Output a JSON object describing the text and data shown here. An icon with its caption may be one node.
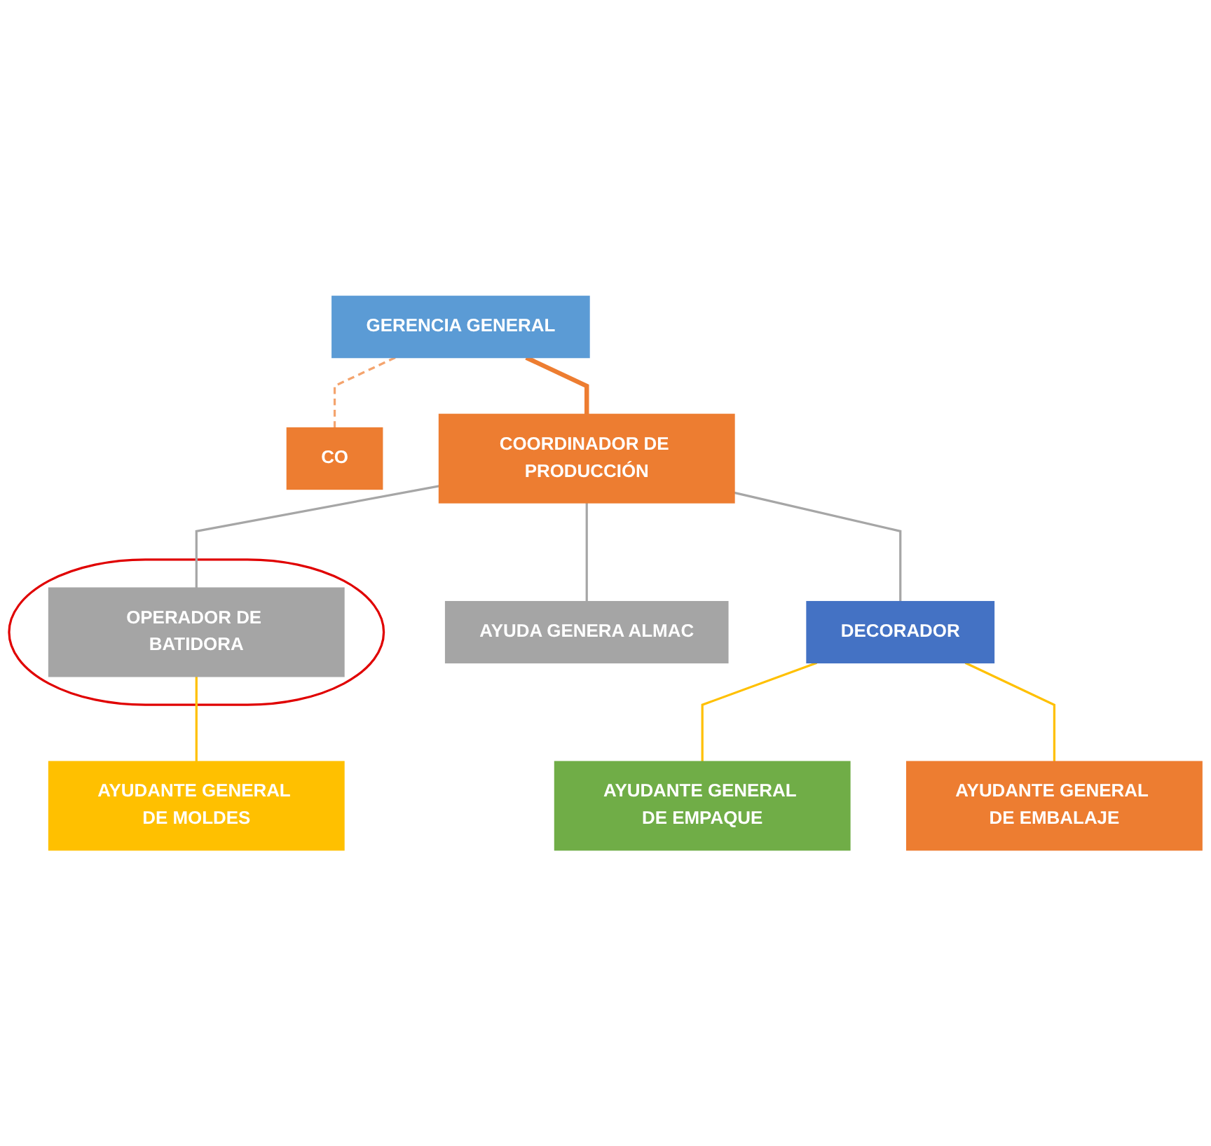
{
  "diagram": {
    "nodes": [
      {
        "text": [
          "GERENCIA GENERAL"
        ]
      },
      {
        "text": [
          "CO"
        ]
      },
      {
        "text": [
          "COORDINADOR DE PRODUCCIÓN"
        ]
      },
      {
        "text": [],
        "shape": "ellipse"
      },
      {
        "text": [
          "OPERADOR DE BATIDORA"
        ],
        "in": 3
      },
      {
        "text": [
          "DECORADOR"
        ]
      },
      {
        "text": [
          "AYUDA GENERA ALMAC"
        ]
      },
      {
        "text": [
          "AYUDANTE GENERAL DE MOLDES"
        ]
      },
      {
        "text": [
          "AYUDANTE GENERAL DE EMPAQUE"
        ]
      },
      {
        "text": [
          "AYUDANTE GENERAL DE EMBALAJE"
        ]
      }
    ],
    "edges": [
      {
        "from": 0,
        "to": 1,
        "arrow": "none",
        "style": "dashed",
        "color": "#f4a46e"
      },
      {
        "from": 0,
        "to": 2,
        "arrow": "none",
        "style": "thick",
        "color": "#ed7d31"
      },
      {
        "from": 2,
        "to": 4,
        "arrow": "none"
      },
      {
        "from": 2,
        "to": 5,
        "arrow": "none"
      },
      {
        "from": 2,
        "to": 6,
        "arrow": "none"
      },
      {
        "from": 4,
        "to": 7,
        "arrow": "none",
        "color": "#ffc000"
      },
      {
        "from": 5,
        "to": 8,
        "arrow": "none",
        "color": "#ffc000"
      },
      {
        "from": 5,
        "to": 9,
        "arrow": "none",
        "color": "#ffc000"
      }
    ]
  }
}
